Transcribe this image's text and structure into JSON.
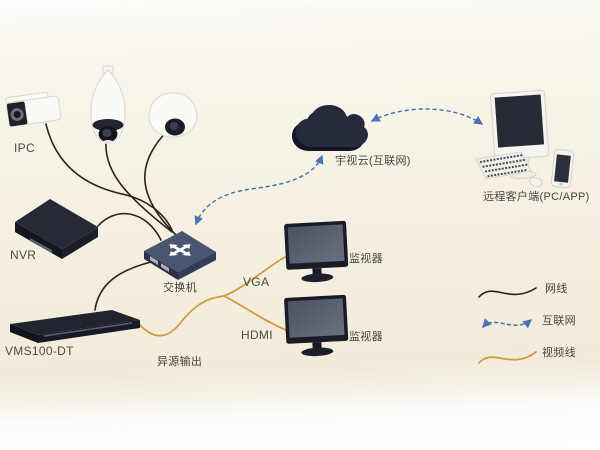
{
  "diagram": {
    "devices": {
      "ipc": {
        "label": "IPC",
        "camera_types": [
          "bullet-camera",
          "ptz-dome-camera",
          "mini-dome-camera"
        ]
      },
      "nvr": {
        "label": "NVR"
      },
      "switch": {
        "label": "交换机"
      },
      "decoder": {
        "label": "VMS100-DT",
        "output_label": "异源输出"
      },
      "cloud": {
        "label": "宇视云(互联网)"
      },
      "remote_client": {
        "label": "远程客户端(PC/APP)"
      },
      "monitor_vga": {
        "label": "监视器"
      },
      "monitor_hdmi": {
        "label": "监视器"
      }
    },
    "connections": {
      "vga_label": "VGA",
      "hdmi_label": "HDMI"
    },
    "legend": [
      {
        "label": "网线",
        "style": "solid",
        "color": "#2e211a"
      },
      {
        "label": "互联网",
        "style": "dashed-double-arrow",
        "color": "#4a74b0"
      },
      {
        "label": "视频线",
        "style": "solid",
        "color": "#d19c3f"
      }
    ],
    "colors": {
      "network": "#2e211a",
      "internet": "#4a74b0",
      "video": "#d19c3f",
      "background": "#f6f1e4"
    }
  }
}
